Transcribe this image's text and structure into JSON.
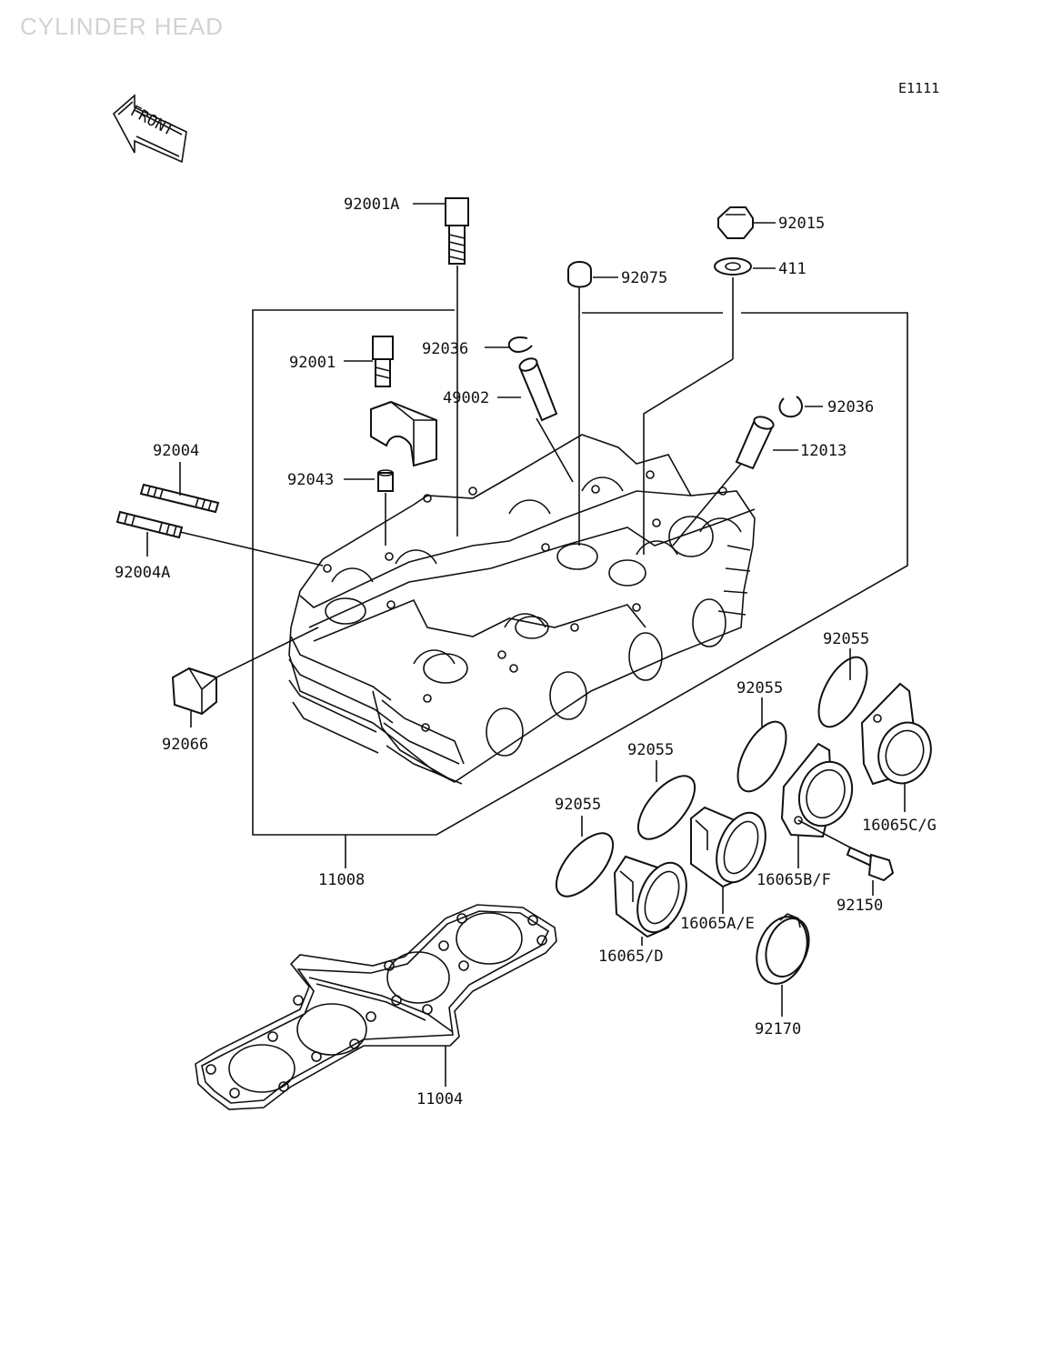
{
  "page": {
    "title": "CYLINDER HEAD",
    "diagram_code": "E1111",
    "front_label": "FRONT"
  },
  "callouts": {
    "p92001A": "92001A",
    "p92015": "92015",
    "p92075": "92075",
    "p411": "411",
    "p92036a": "92036",
    "p92001": "92001",
    "p49002": "49002",
    "p92036b": "92036",
    "p12013": "12013",
    "p92004": "92004",
    "p92043": "92043",
    "p92004A": "92004A",
    "p92055a": "92055",
    "p92055b": "92055",
    "p92055c": "92055",
    "p92055d": "92055",
    "p92066": "92066",
    "p16065CG": "16065C/G",
    "p16065BF": "16065B/F",
    "p16065AE": "16065A/E",
    "p16065D": "16065/D",
    "p92150": "92150",
    "p11008": "11008",
    "p92170": "92170",
    "p11004": "11004"
  },
  "colors": {
    "line": "#111111",
    "title": "#d2d2d2",
    "background": "#ffffff"
  }
}
